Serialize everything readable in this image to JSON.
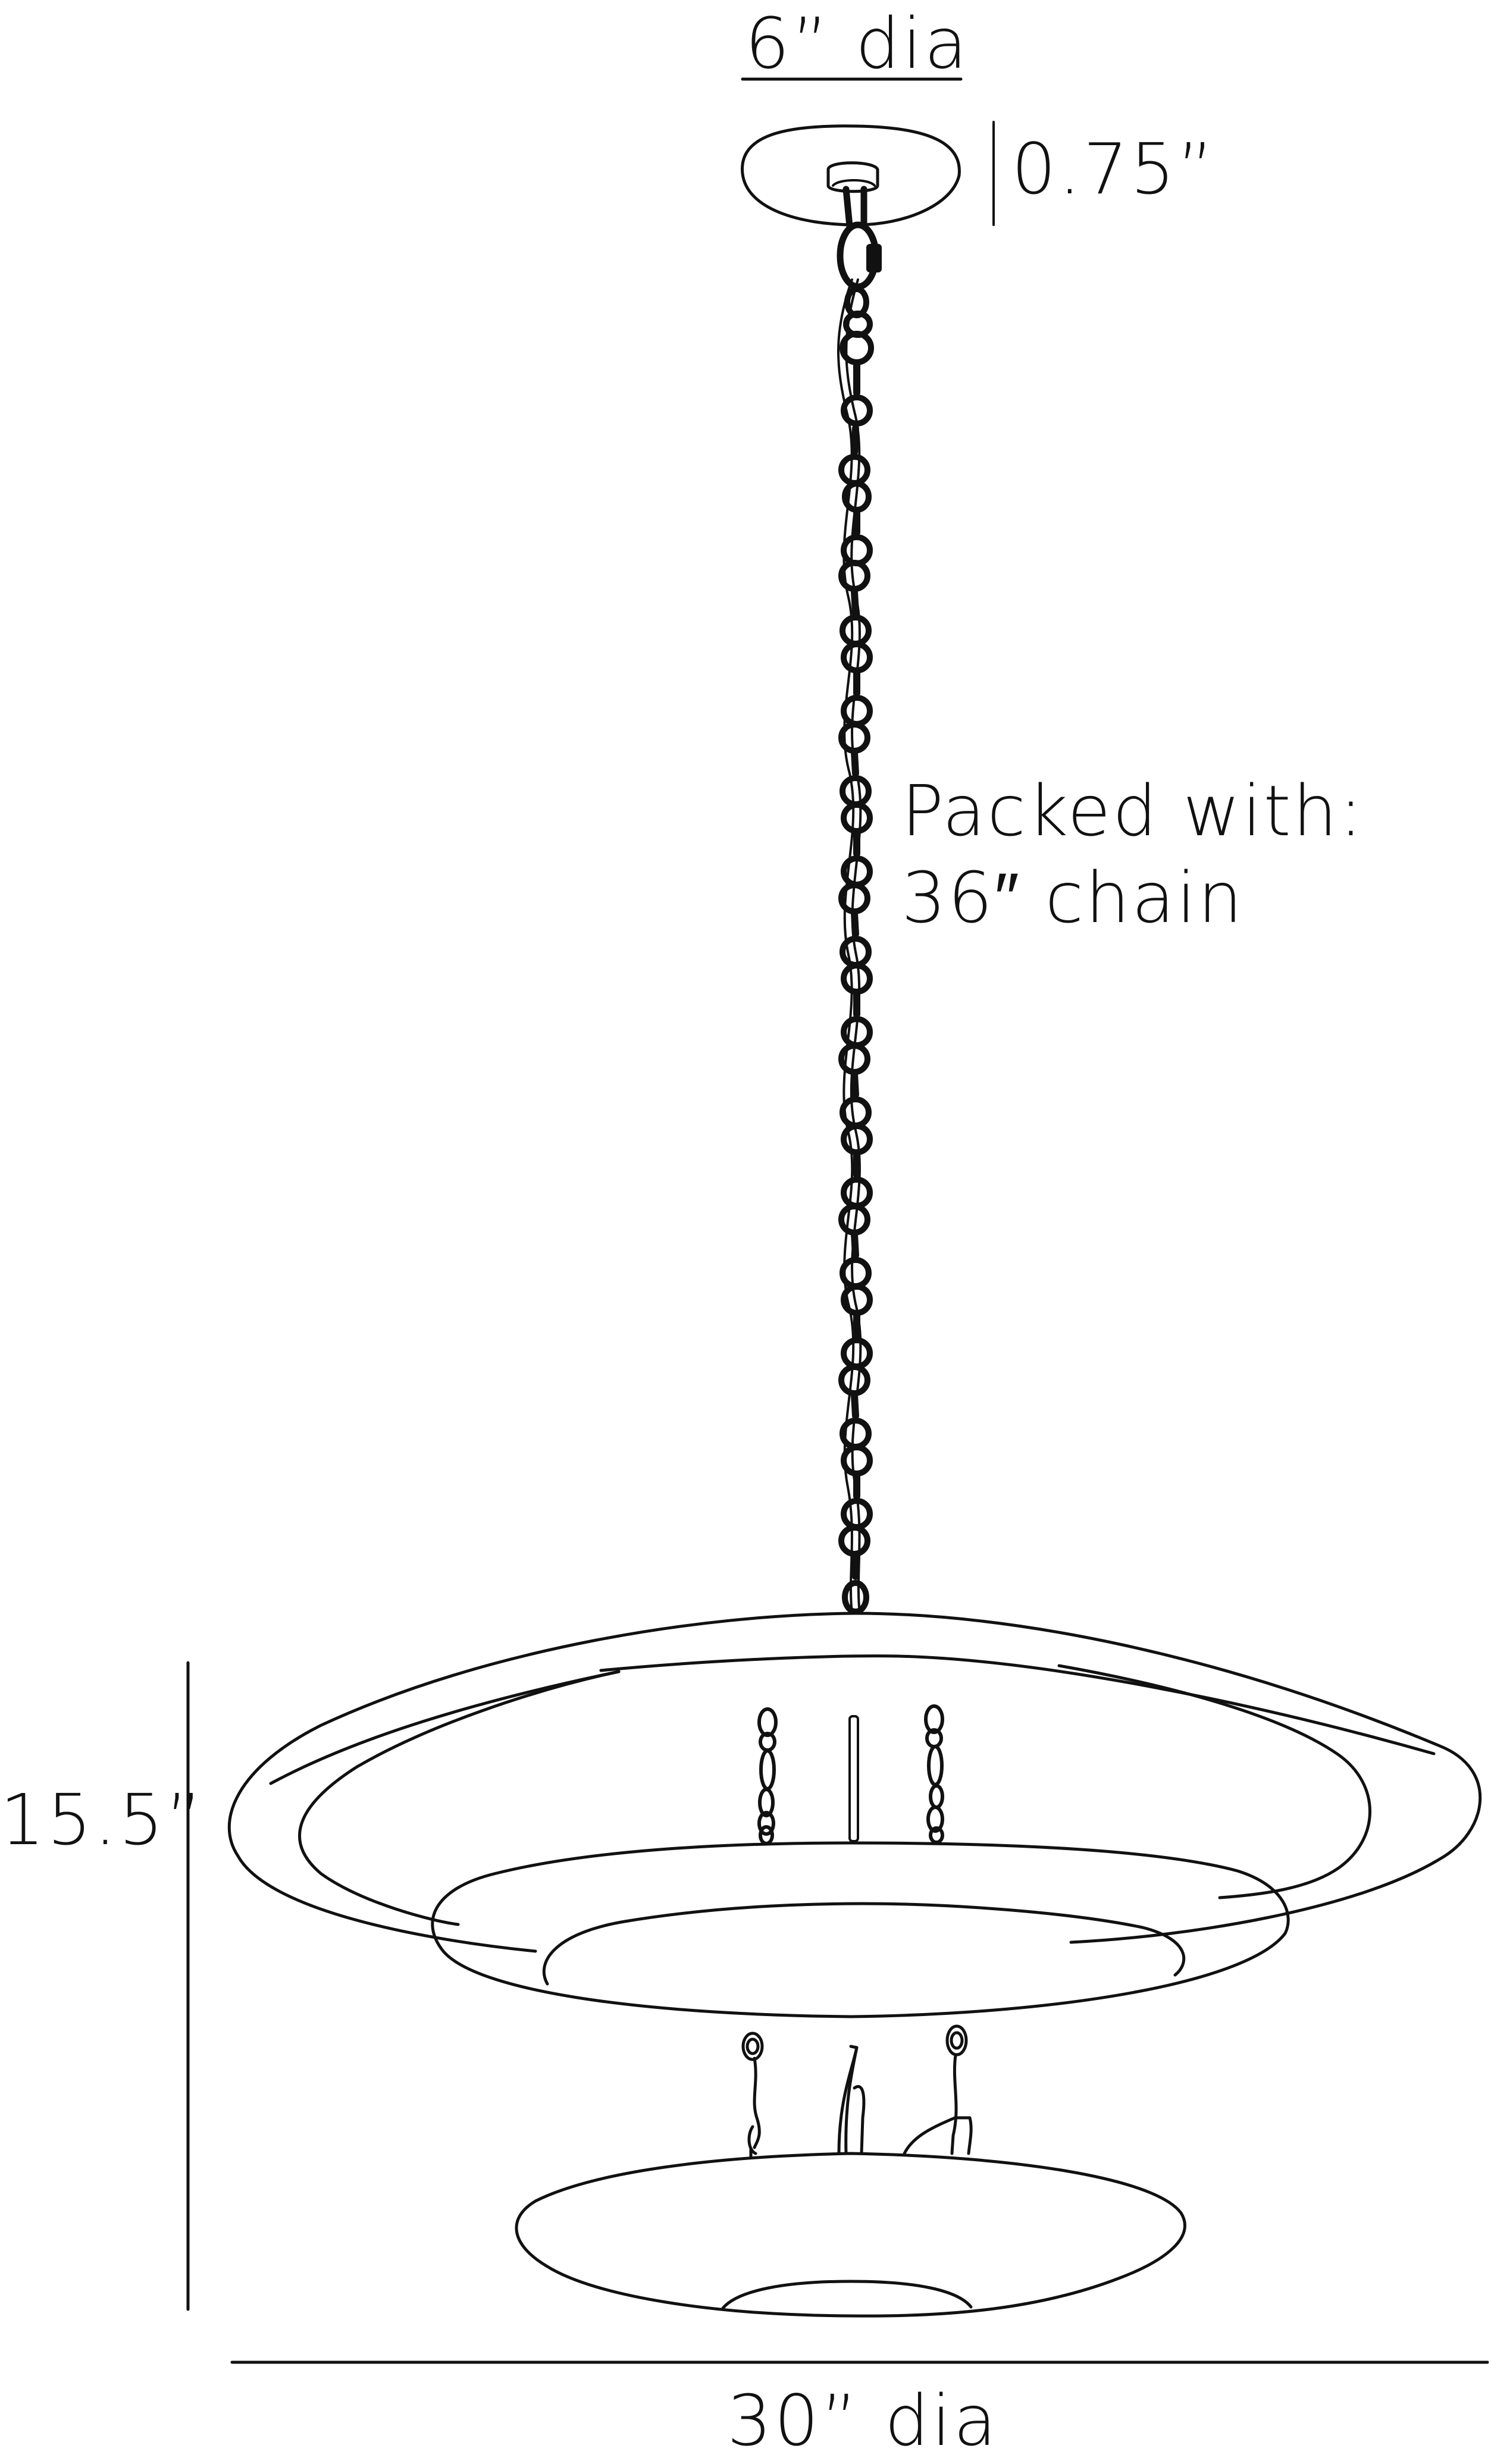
{
  "drawing": {
    "subject": "pendant-light-fixture",
    "line_color": "#111111",
    "background_color": "#ffffff"
  },
  "dimensions": {
    "canopy_diameter": "6” dia",
    "canopy_height": "0.75”",
    "overall_height": "15.5”",
    "overall_diameter": "30” dia"
  },
  "notes": {
    "packed_line1": "Packed with:",
    "packed_line2": "36″ chain"
  }
}
